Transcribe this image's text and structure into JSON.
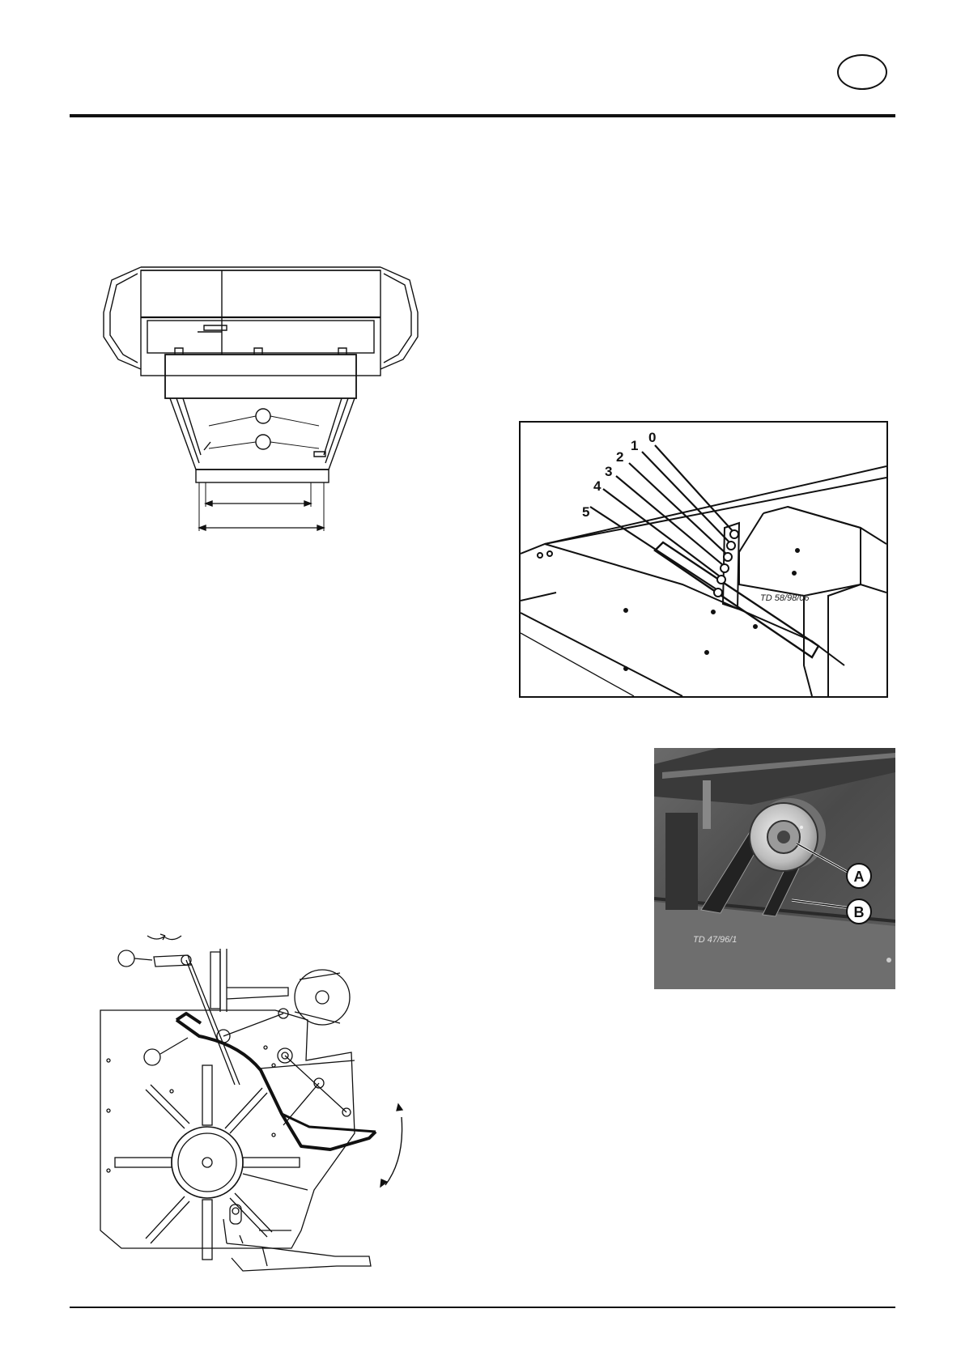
{
  "figures": {
    "adjustment_positions": {
      "labels": [
        "0",
        "1",
        "2",
        "3",
        "4",
        "5"
      ],
      "code": "TD 58/98/06"
    },
    "pulley_photo": {
      "callouts": [
        "A",
        "B"
      ],
      "code": "TD 47/96/1"
    }
  }
}
